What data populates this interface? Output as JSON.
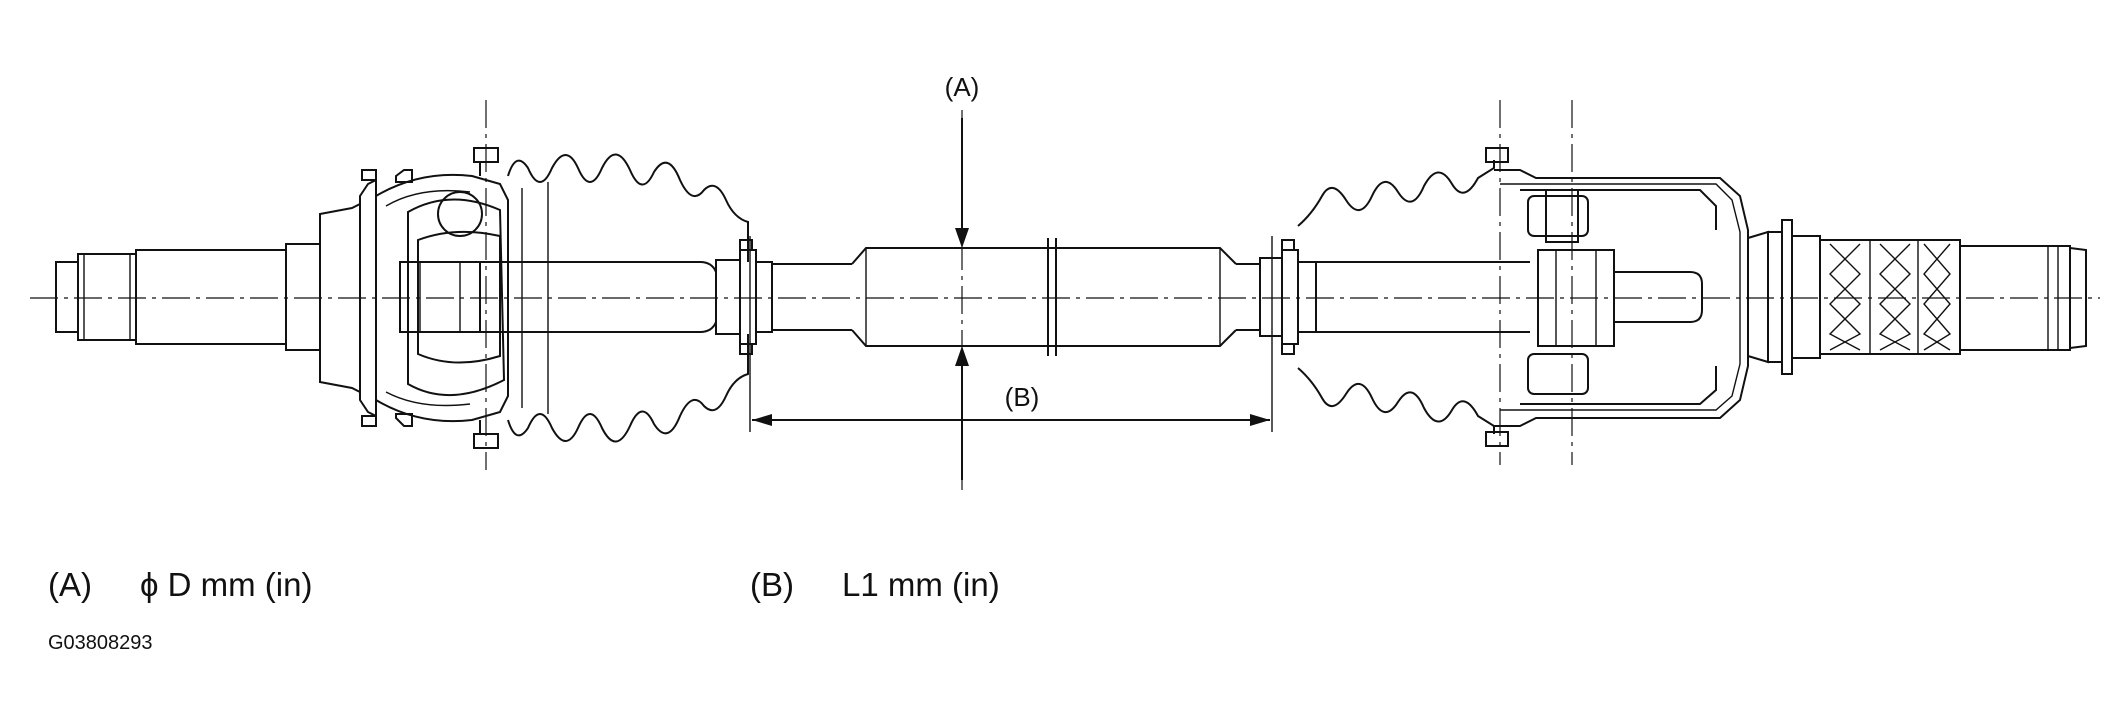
{
  "callouts": {
    "a": "(A)",
    "b": "(B)"
  },
  "legend": {
    "a_key": "(A)",
    "a_desc": "ϕ D mm (in)",
    "b_key": "(B)",
    "b_desc": "L1 mm (in)"
  },
  "figure_id": "G03808293",
  "colors": {
    "line": "#111111",
    "background": "#ffffff"
  }
}
